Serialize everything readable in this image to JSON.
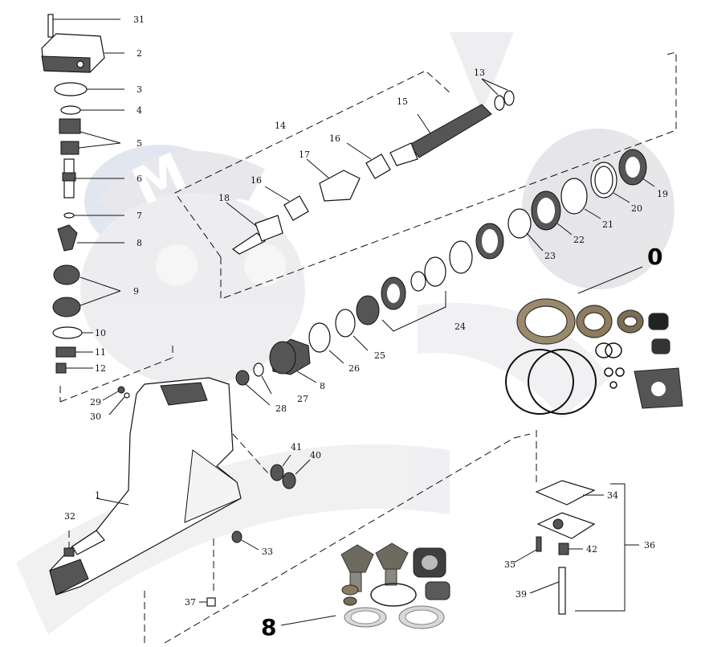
{
  "callouts": {
    "c31": "31",
    "c2": "2",
    "c3": "3",
    "c4": "4",
    "c5": "5",
    "c6": "6",
    "c7": "7",
    "c8a": "8",
    "c9": "9",
    "c10": "10",
    "c11": "11",
    "c12": "12",
    "c13": "13",
    "c14": "14",
    "c15": "15",
    "c16a": "16",
    "c16b": "16",
    "c17": "17",
    "c18": "18",
    "c19": "19",
    "c20": "20",
    "c21": "21",
    "c22": "22",
    "c23": "23",
    "c24": "24",
    "c25": "25",
    "c26": "26",
    "c27": "27",
    "c28": "28",
    "c8b": "8",
    "c29": "29",
    "c30": "30",
    "c41": "41",
    "c40": "40",
    "c1": "1",
    "c32": "32",
    "c33": "33",
    "c37": "37",
    "c34": "34",
    "c36": "36",
    "c35": "35",
    "c42": "42",
    "c39": "39"
  },
  "kit_labels": {
    "seal_kit": "0",
    "gear_kit": "8"
  },
  "colors": {
    "watermark": "#e9e9ec",
    "watermark_blue": "#dfe4ef",
    "line": "#111111"
  }
}
